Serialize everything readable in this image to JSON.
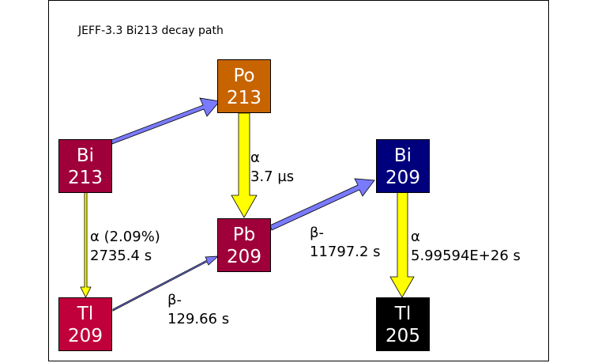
{
  "title": "JEFF-3.3 Bi213 decay path",
  "colors": {
    "Bi213": "#a0003a",
    "Po213": "#c86400",
    "Pb209": "#a0003a",
    "Tl209": "#c0003a",
    "Bi209": "#00007d",
    "Tl205": "#000000",
    "alpha_arrow": "#ffff00",
    "beta_arrow": "#7a7aff"
  },
  "nuclides": [
    {
      "id": "Bi213",
      "symbol": "Bi",
      "mass": "213"
    },
    {
      "id": "Po213",
      "symbol": "Po",
      "mass": "213"
    },
    {
      "id": "Pb209",
      "symbol": "Pb",
      "mass": "209"
    },
    {
      "id": "Tl209",
      "symbol": "Tl",
      "mass": "209"
    },
    {
      "id": "Bi209",
      "symbol": "Bi",
      "mass": "209"
    },
    {
      "id": "Tl205",
      "symbol": "Tl",
      "mass": "205"
    }
  ],
  "decays": [
    {
      "from": "Bi213",
      "to": "Po213",
      "mode": "beta",
      "label_line1": "",
      "label_line2": ""
    },
    {
      "from": "Po213",
      "to": "Pb209",
      "mode": "alpha",
      "label_line1": "α",
      "label_line2": "3.7 µs"
    },
    {
      "from": "Bi213",
      "to": "Tl209",
      "mode": "alpha",
      "label_line1": "α (2.09%)",
      "label_line2": "2735.4 s"
    },
    {
      "from": "Tl209",
      "to": "Pb209",
      "mode": "beta",
      "label_line1": "β-",
      "label_line2": "129.66 s"
    },
    {
      "from": "Pb209",
      "to": "Bi209",
      "mode": "beta",
      "label_line1": "β-",
      "label_line2": "11797.2 s"
    },
    {
      "from": "Bi209",
      "to": "Tl205",
      "mode": "alpha",
      "label_line1": "α",
      "label_line2": "5.99594E+26 s"
    }
  ]
}
